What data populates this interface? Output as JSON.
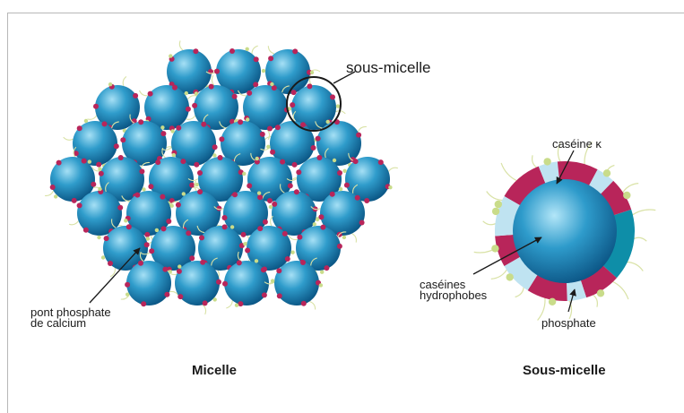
{
  "labels": {
    "sub_micelle_callout": "sous-micelle",
    "calcium_bridge_line1": "pont phosphate",
    "calcium_bridge_line2": "de calcium",
    "kappa_casein": "caséine κ",
    "hydrophobic_line1": "caséines",
    "hydrophobic_line2": "hydrophobes",
    "phosphate": "phosphate"
  },
  "captions": {
    "micelle": "Micelle",
    "sub_micelle": "Sous-micelle"
  },
  "colors": {
    "sphere_light": "#8fd3ef",
    "sphere_mid": "#2b98c7",
    "sphere_dark": "#0d5f8c",
    "kappa_casein": "#b8255a",
    "light_segment": "#bfe3f1",
    "teal_segment": "#0e8ea8",
    "phosphate_bead": "#c9dc8a",
    "hair": "#d9e2a6",
    "outline": "#1a1a1a"
  }
}
